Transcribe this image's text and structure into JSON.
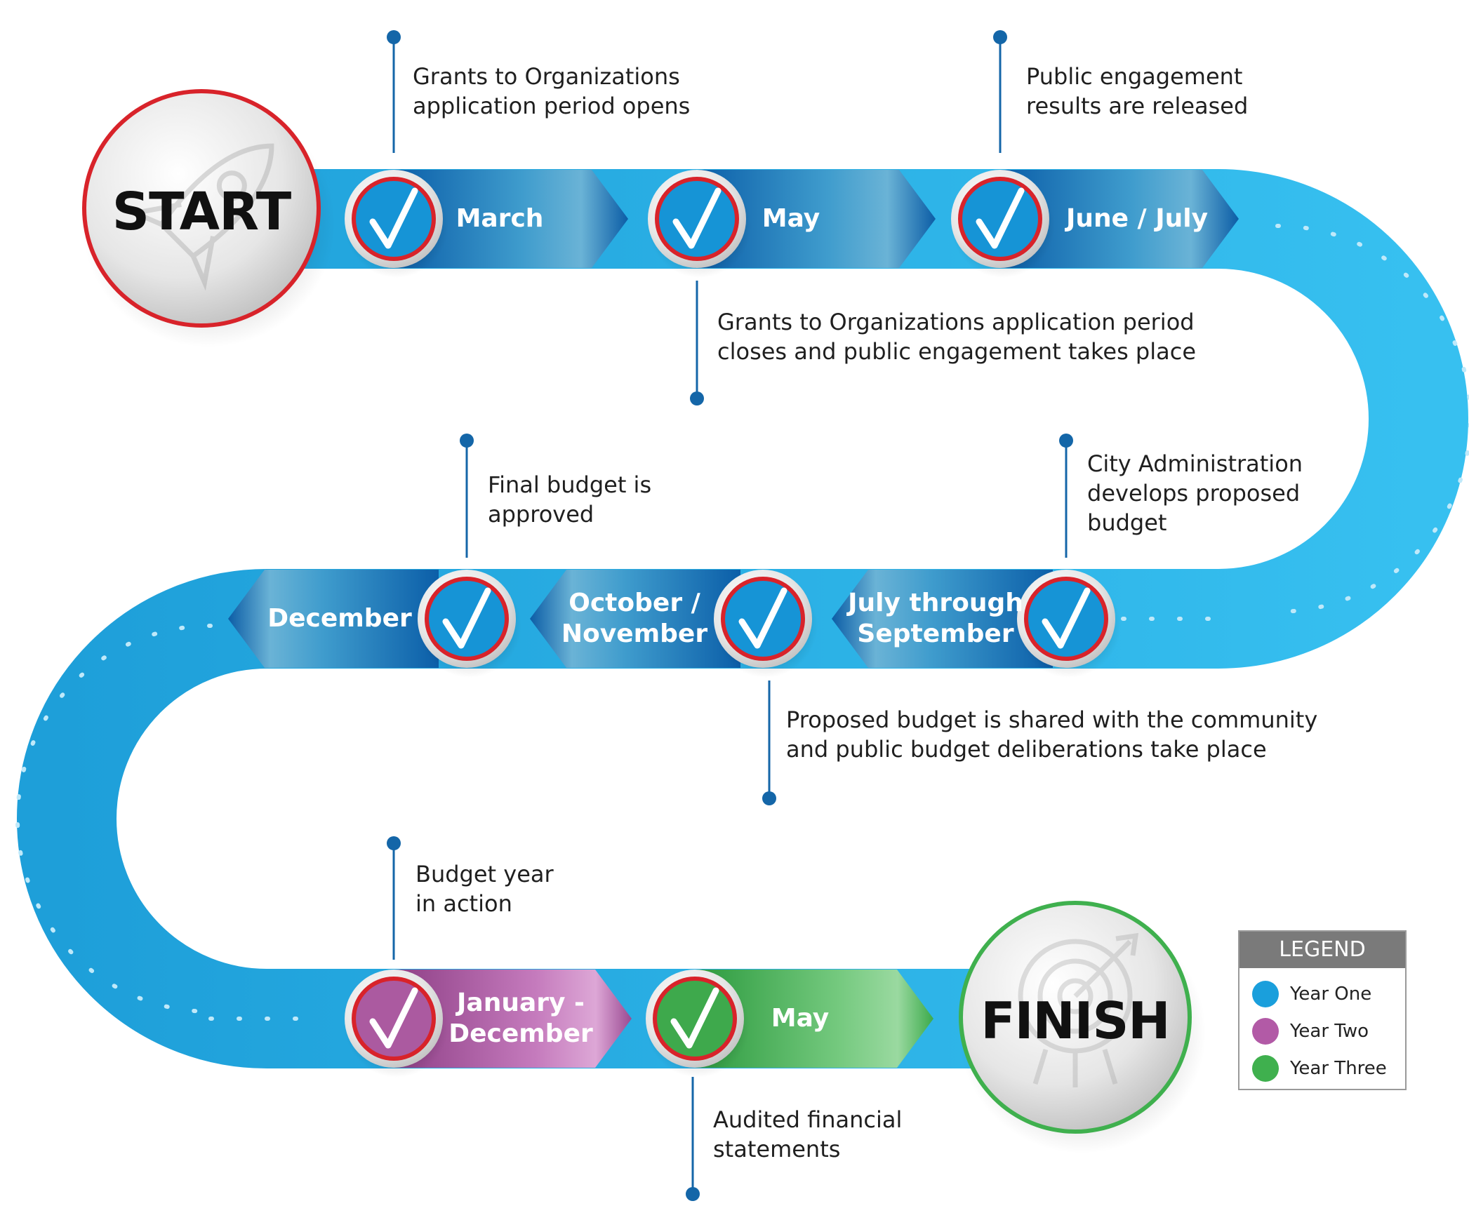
{
  "start_label": "START",
  "finish_label": "FINISH",
  "colors": {
    "year_one": "#1a9fdc",
    "year_two": "#b25aa6",
    "year_three": "#3fb04e",
    "track": "#2bb6ea",
    "ring_red": "#d8232a",
    "finish_ring": "#3fb04e"
  },
  "milestones": [
    {
      "label": "March",
      "year": "one"
    },
    {
      "label": "May",
      "year": "one"
    },
    {
      "label": "June / July",
      "year": "one"
    },
    {
      "label": "July through\nSeptember",
      "year": "one"
    },
    {
      "label": "October /\nNovember",
      "year": "one"
    },
    {
      "label": "December",
      "year": "one"
    },
    {
      "label": "January -\nDecember",
      "year": "two"
    },
    {
      "label": "May",
      "year": "three"
    }
  ],
  "descriptions": [
    "Grants to Organizations\napplication period opens",
    "Grants to Organizations application period\ncloses and public engagement takes place",
    "Public engagement\nresults are released",
    "City Administration\ndevelops proposed\nbudget",
    "Proposed budget is shared with the community\nand public budget deliberations take place",
    "Final budget is\napproved",
    "Budget year\nin action",
    "Audited financial\nstatements"
  ],
  "legend": {
    "title": "LEGEND",
    "items": [
      {
        "label": "Year One",
        "color": "#1a9fdc"
      },
      {
        "label": "Year Two",
        "color": "#b25aa6"
      },
      {
        "label": "Year Three",
        "color": "#3fb04e"
      }
    ]
  },
  "icons": [
    "rocket-icon",
    "target-icon",
    "checkmark-icon"
  ]
}
